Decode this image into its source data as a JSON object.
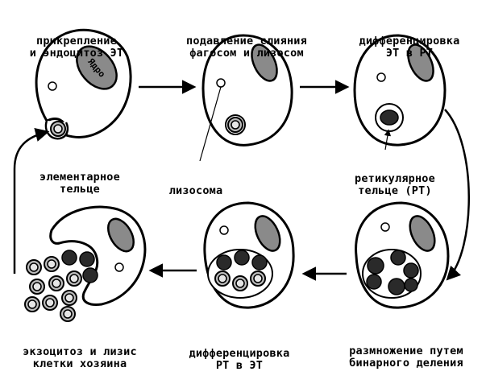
{
  "stages": [
    {
      "id": "attach",
      "label_lines": [
        "прикрепление",
        "и эндоцитоз ЭТ"
      ]
    },
    {
      "id": "suppress",
      "label_lines": [
        "подавление слияния",
        "фагосом и лизосом"
      ]
    },
    {
      "id": "diff1",
      "label_lines": [
        "дифференцировка",
        "ЭТ в РТ"
      ]
    },
    {
      "id": "divide",
      "label_lines": [
        "размножение путем",
        "бинарного деления"
      ]
    },
    {
      "id": "diff2",
      "label_lines": [
        "дифференцировка",
        "РТ в ЭТ"
      ]
    },
    {
      "id": "lysis",
      "label_lines": [
        "экзоцитоз и лизис",
        "клетки хозяина"
      ]
    }
  ],
  "annotations": {
    "nucleus": "Ядро",
    "elementary_body": [
      "элементарное",
      "тельце"
    ],
    "lysosome": "лизосома",
    "reticular_body": [
      "ретикулярное",
      "тельце (РТ)"
    ]
  },
  "colors": {
    "stroke": "#000000",
    "cell_fill": "#ffffff",
    "nucleus_fill": "#8a8a8a",
    "rt_fill": "#2a2a2a",
    "et_fill": "#bdbdbd"
  }
}
